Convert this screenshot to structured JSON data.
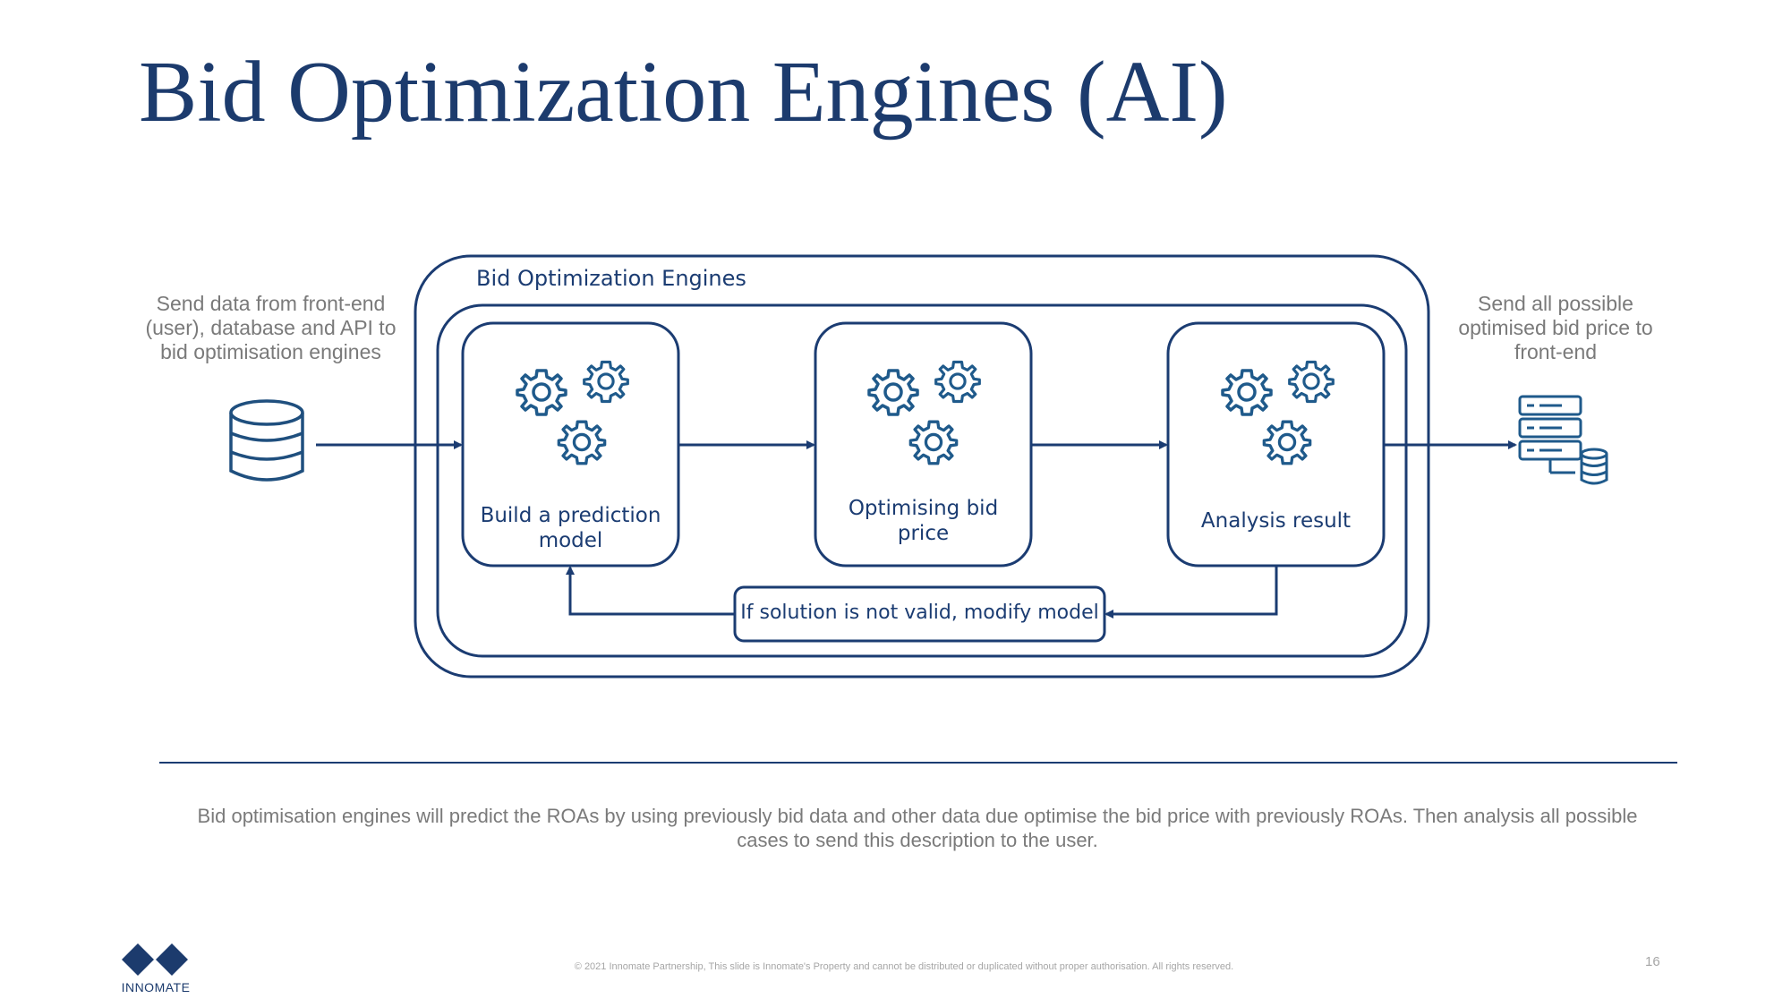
{
  "page": {
    "title": "Bid Optimization Engines (AI)",
    "page_number": "16",
    "copyright": "© 2021 Innomate Partnership, This slide is Innomate's Property and cannot be distributed or duplicated without proper authorisation. All rights reserved.",
    "brand": "INNOMATE"
  },
  "diagram": {
    "input_text": "Send data from front-end (user), database and API to bid optimisation engines",
    "output_text": "Send all possible optimised bid price to front-end",
    "engine_title": "Bid Optimization Engines",
    "steps": [
      {
        "label": "Build a prediction model",
        "icon": "gears-icon"
      },
      {
        "label": "Optimising bid price",
        "icon": "gears-icon"
      },
      {
        "label": "Analysis result",
        "icon": "gears-icon"
      }
    ],
    "feedback_label": "If solution is not valid, modify model",
    "input_icon": "database-icon",
    "output_icon": "server-database-icon"
  },
  "description": "Bid optimisation engines will predict the ROAs by using previously bid data and other data due optimise the bid price with previously ROAs. Then analysis all possible cases to send this description to the user.",
  "colors": {
    "primary": "#1b3c72",
    "text_gray": "#7a7a7a",
    "icon_blue": "#1f5a8b"
  }
}
